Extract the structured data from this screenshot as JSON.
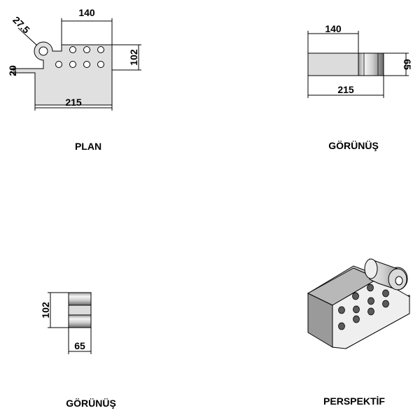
{
  "views": {
    "plan": {
      "title": "PLAN",
      "dims": {
        "top_width": "140",
        "radius": "27.5",
        "height": "102",
        "tab_height": "20",
        "total_width": "215"
      }
    },
    "front": {
      "title": "GÖRÜNÜŞ",
      "dims": {
        "top_width": "140",
        "height": "65",
        "total_width": "215"
      }
    },
    "side": {
      "title": "GÖRÜNÜŞ",
      "dims": {
        "height": "102",
        "width": "65"
      }
    },
    "perspective": {
      "title": "PERSPEKTİF"
    }
  },
  "colors": {
    "line": "#000000",
    "fill_light": "#e4e4e4",
    "fill_mid": "#cfcfcf",
    "fill_dark": "#8a8a8a",
    "hole": "#ffffff"
  }
}
